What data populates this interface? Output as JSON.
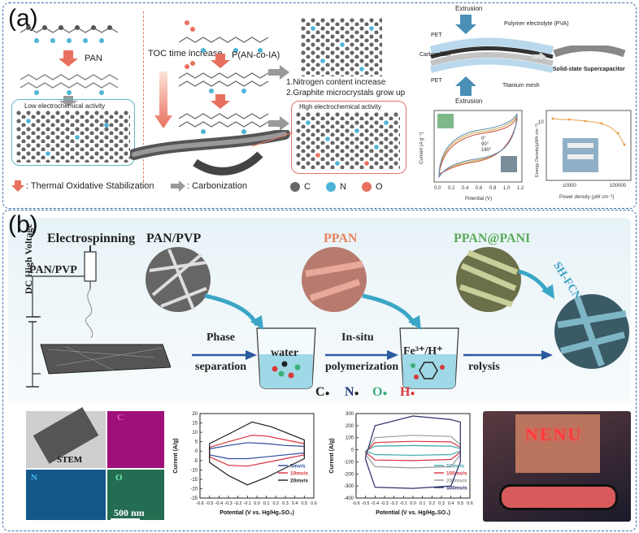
{
  "panel_a": {
    "label": "(a)",
    "pan_label": "PAN",
    "toc_label": "TOC time increase",
    "pan_co_ia": "P(AN-co-IA)",
    "note1": "1.Nitrogen content increase",
    "note2": "2.Graphite microcrystals grow up",
    "low_activity": "Low electrochemical activity",
    "high_activity": "High electrochemical activity",
    "legend": {
      "tos": ": Thermal Oxidative Stabilization",
      "carb": ": Carbonization",
      "c": "C",
      "n": "N",
      "o": "O"
    },
    "device": {
      "extrusion_top": "Extrusion",
      "extrusion_bottom": "Extrusion",
      "pet_top": "PET",
      "pet_bottom": "PET",
      "carbon_fiber": "Carbon fiber",
      "polymer_electrolyte": "Polymer electrolyte (PVA)",
      "titanium_mesh": "Titanium mesh",
      "ssc": "Solid-state Supercapacitor"
    },
    "cv_small": {
      "ylabel": "Current (A g⁻¹)",
      "xlabel": "Potential (V)",
      "xticks": [
        "0.0",
        "0.2",
        "0.4",
        "0.6",
        "0.8",
        "1.0",
        "1.2"
      ],
      "legend": [
        "0°",
        "90°",
        "180°"
      ]
    },
    "ragone": {
      "ylabel": "Energy Density(μWh cm⁻²)",
      "xlabel": "Power density (μW cm⁻²)",
      "xticks": [
        "10000",
        "100000"
      ],
      "ytick": "10"
    }
  },
  "panel_b": {
    "label": "(b)",
    "electrospinning": "Electrospinning",
    "pan_pvp_top": "PAN/PVP",
    "pan_pvp_side": "PAN/PVP",
    "dc": "DC High Voltage",
    "ppan": "PPAN",
    "ppan_pani": "PPAN@PANI",
    "sh_fcnns": "SH-FCNNs",
    "phase": "Phase",
    "separation": "separation",
    "water": "water",
    "insitu": "In-situ",
    "polymerization": "polymerization",
    "fe": "Fe³⁺/H⁺",
    "rolysis": "rolysis",
    "atoms": {
      "c": "C",
      "n": "N",
      "o": "O",
      "h": "H"
    },
    "stem": {
      "stem": "STEM",
      "c": "C",
      "n": "N",
      "o": "O",
      "scale": "500 nm"
    },
    "nenu": "NENU"
  },
  "chart_data": [
    {
      "type": "line",
      "title": "",
      "xlabel": "Potential (V vs. Hg/Hg₂SO₄)",
      "ylabel": "Current (A/g)",
      "xlim": [
        -0.6,
        0.6
      ],
      "ylim": [
        -25,
        20
      ],
      "xticks": [
        "-0.6",
        "-0.5",
        "-0.4",
        "-0.3",
        "-0.2",
        "-0.1",
        "0.0",
        "0.1",
        "0.2",
        "0.3",
        "0.4",
        "0.5",
        "0.6"
      ],
      "yticks": [
        "20",
        "15",
        "10",
        "5",
        "0",
        "-5",
        "-10",
        "-15",
        "-20",
        "-25"
      ],
      "series": [
        {
          "name": "5mv/s",
          "color": "#2b4ba0",
          "upper": [
            [
              -0.5,
              1.2
            ],
            [
              -0.3,
              3
            ],
            [
              -0.1,
              4.5
            ],
            [
              0.1,
              4
            ],
            [
              0.3,
              3
            ],
            [
              0.5,
              2.5
            ]
          ],
          "lower": [
            [
              0.5,
              -1
            ],
            [
              0.3,
              -2
            ],
            [
              0.1,
              -3
            ],
            [
              -0.1,
              -4
            ],
            [
              -0.3,
              -4
            ],
            [
              -0.5,
              -2
            ]
          ]
        },
        {
          "name": "10mv/s",
          "color": "#d8323e",
          "upper": [
            [
              -0.5,
              2
            ],
            [
              -0.3,
              5
            ],
            [
              -0.05,
              8.5
            ],
            [
              0.1,
              8
            ],
            [
              0.3,
              6
            ],
            [
              0.5,
              4
            ]
          ],
          "lower": [
            [
              0.5,
              -2
            ],
            [
              0.3,
              -4
            ],
            [
              0.1,
              -6
            ],
            [
              -0.1,
              -8
            ],
            [
              -0.3,
              -7.5
            ],
            [
              -0.5,
              -3
            ]
          ]
        },
        {
          "name": "20mv/s",
          "color": "#1a1a1a",
          "upper": [
            [
              -0.5,
              4
            ],
            [
              -0.3,
              9
            ],
            [
              -0.05,
              15.5
            ],
            [
              0.15,
              13
            ],
            [
              0.35,
              9
            ],
            [
              0.5,
              6
            ]
          ],
          "lower": [
            [
              0.5,
              -4
            ],
            [
              0.3,
              -9
            ],
            [
              0.1,
              -14
            ],
            [
              -0.1,
              -18
            ],
            [
              -0.3,
              -13
            ],
            [
              -0.5,
              -6
            ]
          ]
        }
      ]
    },
    {
      "type": "line",
      "title": "",
      "xlabel": "Potential (V vs. Hg/Hg₂SO₄)",
      "ylabel": "Current (A/g)",
      "xlim": [
        -0.6,
        0.6
      ],
      "ylim": [
        -400,
        300
      ],
      "xticks": [
        "-0.6",
        "-0.5",
        "-0.4",
        "-0.3",
        "-0.2",
        "-0.1",
        "0.0",
        "0.1",
        "0.2",
        "0.3",
        "0.4",
        "0.5",
        "0.6"
      ],
      "yticks": [
        "300",
        "200",
        "100",
        "0",
        "-100",
        "-200",
        "-300",
        "-400"
      ],
      "series": [
        {
          "name": "50mv/s",
          "color": "#3aa6a8",
          "upper": [
            [
              -0.5,
              -10
            ],
            [
              -0.4,
              30
            ],
            [
              0,
              35
            ],
            [
              0.4,
              30
            ],
            [
              0.5,
              10
            ]
          ],
          "lower": [
            [
              0.5,
              -10
            ],
            [
              0.4,
              -40
            ],
            [
              0,
              -45
            ],
            [
              -0.4,
              -40
            ],
            [
              -0.5,
              -10
            ]
          ]
        },
        {
          "name": "100mv/s",
          "color": "#d8323e",
          "upper": [
            [
              -0.5,
              -20
            ],
            [
              -0.4,
              60
            ],
            [
              0,
              70
            ],
            [
              0.4,
              65
            ],
            [
              0.5,
              20
            ]
          ],
          "lower": [
            [
              0.5,
              -20
            ],
            [
              0.4,
              -80
            ],
            [
              0,
              -90
            ],
            [
              -0.4,
              -85
            ],
            [
              -0.5,
              -20
            ]
          ]
        },
        {
          "name": "200mv/s",
          "color": "#999999",
          "upper": [
            [
              -0.5,
              -30
            ],
            [
              -0.4,
              100
            ],
            [
              0,
              120
            ],
            [
              0.4,
              110
            ],
            [
              0.5,
              40
            ]
          ],
          "lower": [
            [
              0.5,
              -40
            ],
            [
              0.4,
              -140
            ],
            [
              0,
              -150
            ],
            [
              -0.4,
              -140
            ],
            [
              -0.5,
              -40
            ]
          ]
        },
        {
          "name": "500mv/s",
          "color": "#2a2f6a",
          "upper": [
            [
              -0.5,
              -60
            ],
            [
              -0.4,
              200
            ],
            [
              0,
              280
            ],
            [
              0.4,
              250
            ],
            [
              0.5,
              230
            ]
          ],
          "lower": [
            [
              0.5,
              -100
            ],
            [
              0.4,
              -300
            ],
            [
              0,
              -320
            ],
            [
              -0.4,
              -310
            ],
            [
              -0.5,
              -80
            ]
          ]
        }
      ]
    }
  ]
}
